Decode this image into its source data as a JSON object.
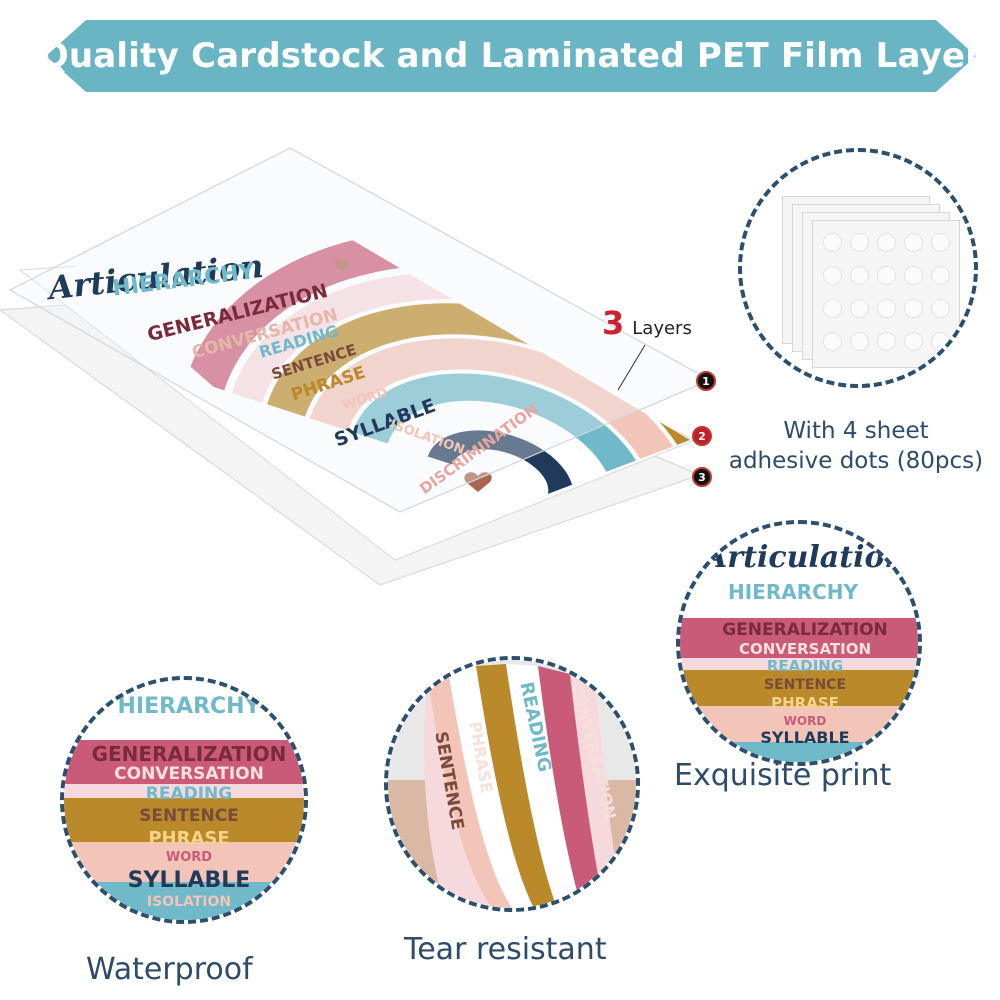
{
  "banner": {
    "title": "Quality Cardstock and Laminated PET Film Layer"
  },
  "layers": {
    "count": "3",
    "label": "Layers",
    "markers": [
      "1",
      "2",
      "3"
    ]
  },
  "poster": {
    "title": "Articulation",
    "subtitle": "HIERARCHY",
    "levels": [
      "GENERALIZATION",
      "CONVERSATION",
      "READING",
      "SENTENCE",
      "PHRASE",
      "WORD",
      "SYLLABLE",
      "ISOLATION",
      "DISCRIMINATION"
    ]
  },
  "features": {
    "dots": {
      "line1": "With 4 sheet",
      "line2": "adhesive dots (80pcs)"
    },
    "print": {
      "caption": "Exquisite print"
    },
    "waterproof": {
      "caption": "Waterproof"
    },
    "tear": {
      "caption": "Tear resistant"
    }
  },
  "colors": {
    "banner": "#6ab5c4",
    "navy": "#1f3a5a",
    "pink": "#c95b78",
    "mustard": "#b9892a",
    "peach": "#f3c4b8",
    "teal": "#6fb9c9",
    "dashed_border": "#2d4f6e"
  }
}
